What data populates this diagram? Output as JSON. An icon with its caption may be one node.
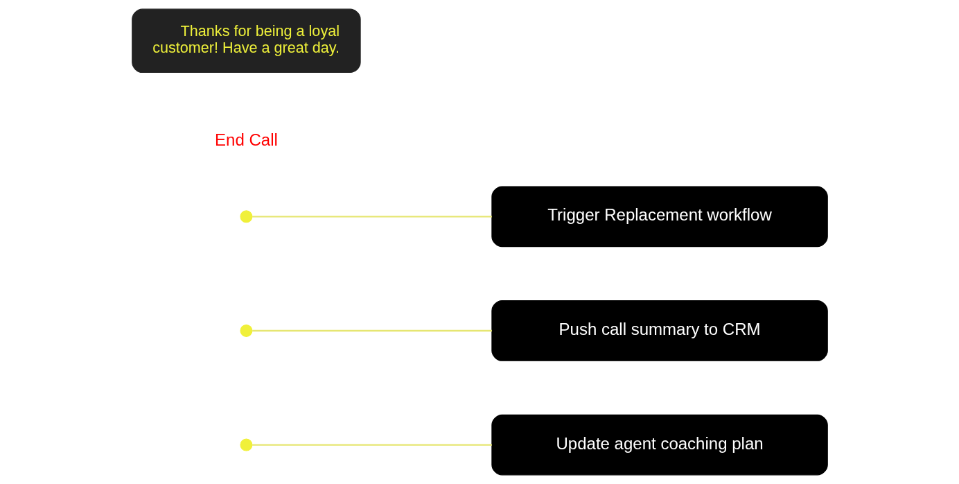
{
  "diagram": {
    "nodes": [
      {
        "text": [
          "Thanks for being a loyal customer! Have a great day."
        ]
      },
      {
        "text": [],
        "shape": "circle"
      },
      {
        "text": [],
        "shape": "circle"
      },
      {
        "text": [],
        "shape": "circle"
      },
      {
        "text": [
          "Trigger Replacement workflow"
        ]
      },
      {
        "text": [
          "Push call summary to CRM"
        ]
      },
      {
        "text": [
          "Update agent coaching plan"
        ]
      }
    ],
    "edges": [
      {
        "from": 1,
        "to": 4,
        "arrow": "none"
      },
      {
        "from": 2,
        "to": 5,
        "arrow": "none"
      },
      {
        "from": 3,
        "to": 6,
        "arrow": "none"
      }
    ],
    "labels": [
      "End Call"
    ]
  }
}
